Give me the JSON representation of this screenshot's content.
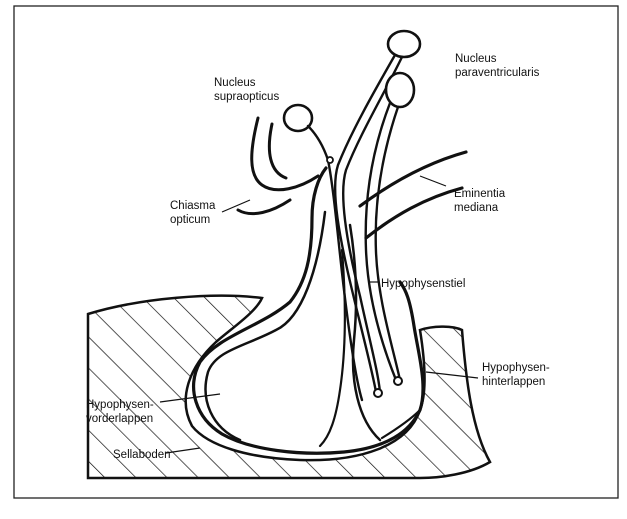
{
  "labels": {
    "nucleus_paraventricularis": [
      "Nucleus",
      "paraventricularis"
    ],
    "nucleus_supraopticus": [
      "Nucleus",
      "supraopticus"
    ],
    "chiasma_opticum": [
      "Chiasma",
      "opticum"
    ],
    "eminentia_mediana": [
      "Eminentia",
      "mediana"
    ],
    "hypophysenstiel": [
      "Hypophysenstiel"
    ],
    "hypophysen_hinterlappen": [
      "Hypophysen-",
      "hinterlappen"
    ],
    "hypophysen_vorderlappen": [
      "Hypophysen-",
      "vorderlappen"
    ],
    "sellaboden": [
      "Sellaboden"
    ]
  },
  "colors": {
    "ink": "#111111",
    "paper": "#ffffff"
  }
}
